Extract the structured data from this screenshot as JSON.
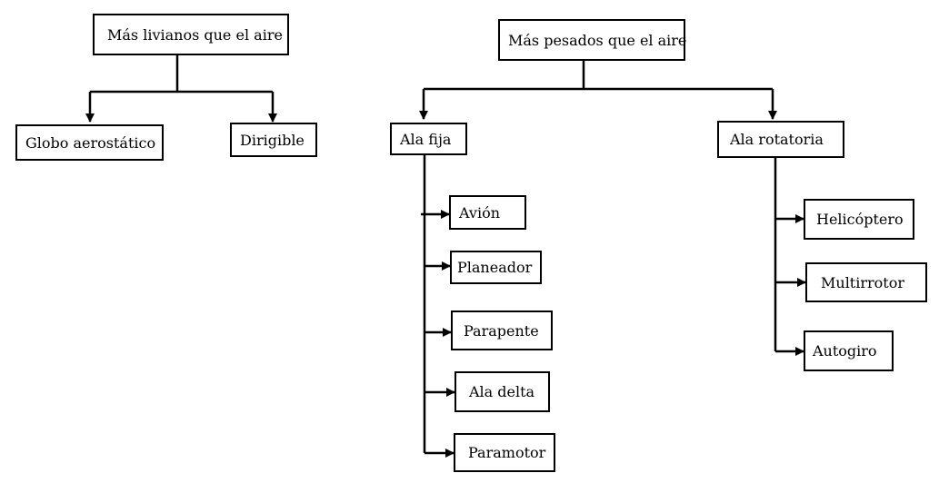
{
  "diagram": {
    "lighter": {
      "title": "Más livianos que el aire",
      "children": [
        "Globo aerostático",
        "Dirigible"
      ]
    },
    "heavier": {
      "title": "Más pesados que el aire",
      "fixed_wing": {
        "label": "Ala fija",
        "children": [
          "Avión",
          "Planeador",
          "Parapente",
          "Ala delta",
          "Paramotor"
        ]
      },
      "rotary_wing": {
        "label": "Ala rotatoria",
        "children": [
          "Helicóptero",
          "Multirrotor",
          "Autogiro"
        ]
      }
    }
  }
}
